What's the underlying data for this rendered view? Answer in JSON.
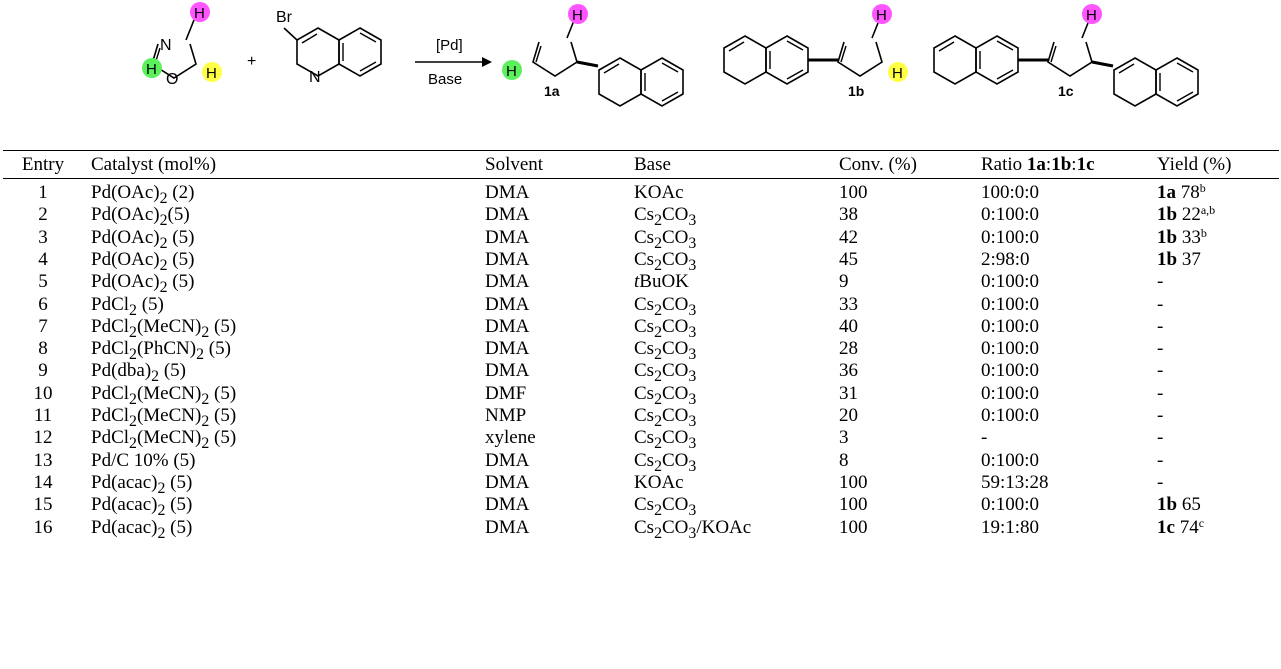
{
  "scheme": {
    "reagent_label": "Br",
    "ring_labels": {
      "n": "N",
      "o": "O"
    },
    "h_label": "H",
    "plus": "+",
    "condition_top": "[Pd]",
    "condition_bottom": "Base",
    "products": [
      "1a",
      "1b",
      "1c"
    ],
    "colors": {
      "magenta": "#ff55ff",
      "green": "#5cf15c",
      "yellow": "#ffff44"
    }
  },
  "table": {
    "headers": [
      "Entry",
      "Catalyst (mol%)",
      "Solvent",
      "Base",
      "Conv. (%)",
      "Ratio 1a:1b:1c",
      "Yield (%)"
    ],
    "rows": [
      {
        "entry": "1",
        "cat": "Pd(OAc)2 (2)",
        "solvent": "DMA",
        "base": "KOAc",
        "conv": "100",
        "ratio": "100:0:0",
        "yield": "1a 78b"
      },
      {
        "entry": "2",
        "cat": "Pd(OAc)2(5)",
        "solvent": "DMA",
        "base": "Cs2CO3",
        "conv": "38",
        "ratio": "0:100:0",
        "yield": "1b 22a,b"
      },
      {
        "entry": "3",
        "cat": "Pd(OAc)2 (5)",
        "solvent": "DMA",
        "base": "Cs2CO3",
        "conv": "42",
        "ratio": "0:100:0",
        "yield": "1b 33b"
      },
      {
        "entry": "4",
        "cat": "Pd(OAc)2 (5)",
        "solvent": "DMA",
        "base": "Cs2CO3",
        "conv": "45",
        "ratio": "2:98:0",
        "yield": "1b 37"
      },
      {
        "entry": "5",
        "cat": "Pd(OAc)2 (5)",
        "solvent": "DMA",
        "base": "tBuOK",
        "conv": "9",
        "ratio": "0:100:0",
        "yield": "-"
      },
      {
        "entry": "6",
        "cat": "PdCl2 (5)",
        "solvent": "DMA",
        "base": "Cs2CO3",
        "conv": "33",
        "ratio": "0:100:0",
        "yield": "-"
      },
      {
        "entry": "7",
        "cat": "PdCl2(MeCN)2 (5)",
        "solvent": "DMA",
        "base": "Cs2CO3",
        "conv": "40",
        "ratio": "0:100:0",
        "yield": "-"
      },
      {
        "entry": "8",
        "cat": "PdCl2(PhCN)2 (5)",
        "solvent": "DMA",
        "base": "Cs2CO3",
        "conv": "28",
        "ratio": "0:100:0",
        "yield": "-"
      },
      {
        "entry": "9",
        "cat": "Pd(dba)2 (5)",
        "solvent": "DMA",
        "base": "Cs2CO3",
        "conv": "36",
        "ratio": "0:100:0",
        "yield": "-"
      },
      {
        "entry": "10",
        "cat": "PdCl2(MeCN)2 (5)",
        "solvent": "DMF",
        "base": "Cs2CO3",
        "conv": "31",
        "ratio": "0:100:0",
        "yield": "-"
      },
      {
        "entry": "11",
        "cat": "PdCl2(MeCN)2 (5)",
        "solvent": "NMP",
        "base": "Cs2CO3",
        "conv": "20",
        "ratio": "0:100:0",
        "yield": "-"
      },
      {
        "entry": "12",
        "cat": "PdCl2(MeCN)2 (5)",
        "solvent": "xylene",
        "base": "Cs2CO3",
        "conv": "3",
        "ratio": "-",
        "yield": "-"
      },
      {
        "entry": "13",
        "cat": "Pd/C 10% (5)",
        "solvent": "DMA",
        "base": "Cs2CO3",
        "conv": "8",
        "ratio": "0:100:0",
        "yield": "-"
      },
      {
        "entry": "14",
        "cat": "Pd(acac)2 (5)",
        "solvent": "DMA",
        "base": "KOAc",
        "conv": "100",
        "ratio": "59:13:28",
        "yield": "-"
      },
      {
        "entry": "15",
        "cat": "Pd(acac)2 (5)",
        "solvent": "DMA",
        "base": "Cs2CO3",
        "conv": "100",
        "ratio": "0:100:0",
        "yield": "1b 65"
      },
      {
        "entry": "16",
        "cat": "Pd(acac)2 (5)",
        "solvent": "DMA",
        "base": "Cs2CO3/KOAc",
        "conv": "100",
        "ratio": "19:1:80",
        "yield": "1c 74c"
      }
    ]
  }
}
